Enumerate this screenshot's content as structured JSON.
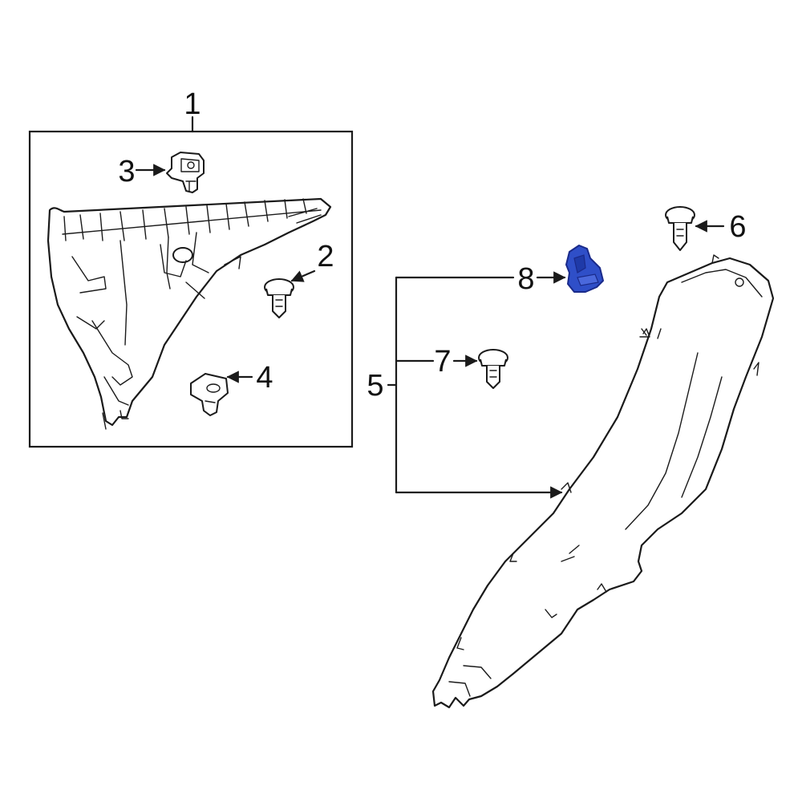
{
  "colors": {
    "line": "#1a1a1a",
    "background": "#ffffff",
    "highlight_fill": "#2f4fc8",
    "highlight_stroke": "#1a2a8a"
  },
  "callouts": {
    "c1": "1",
    "c2": "2",
    "c3": "3",
    "c4": "4",
    "c5": "5",
    "c6": "6",
    "c7": "7",
    "c8": "8"
  },
  "highlighted_part": "8"
}
